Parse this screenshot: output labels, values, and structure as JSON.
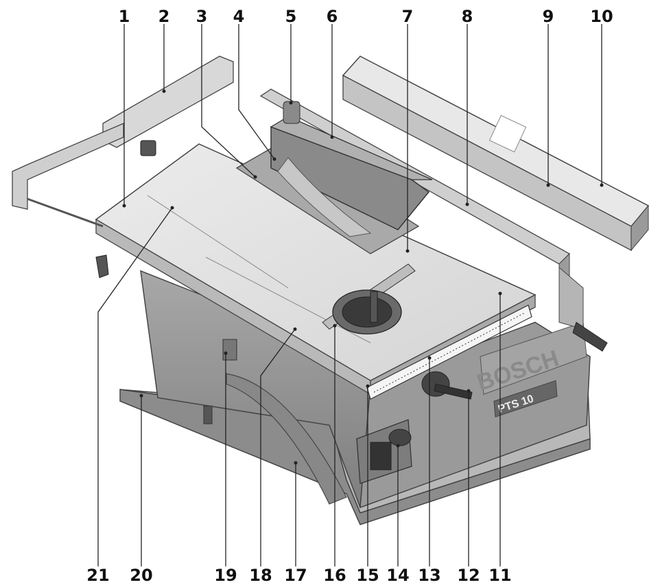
{
  "callouts_top": [
    "1",
    "2",
    "3",
    "4",
    "5",
    "6",
    "7",
    "8",
    "9",
    "10"
  ],
  "callouts_bottom": [
    "21",
    "20",
    "19",
    "18",
    "17",
    "16",
    "15",
    "14",
    "13",
    "12",
    "11"
  ],
  "brand_text": "BOSCH",
  "model_text": "PTS 10",
  "colors": {
    "line": "#222222",
    "metal_light": "#e6e6e6",
    "metal_mid": "#bdbdbd",
    "metal_dark": "#7d7d7d",
    "body": "#9a9a9a"
  }
}
